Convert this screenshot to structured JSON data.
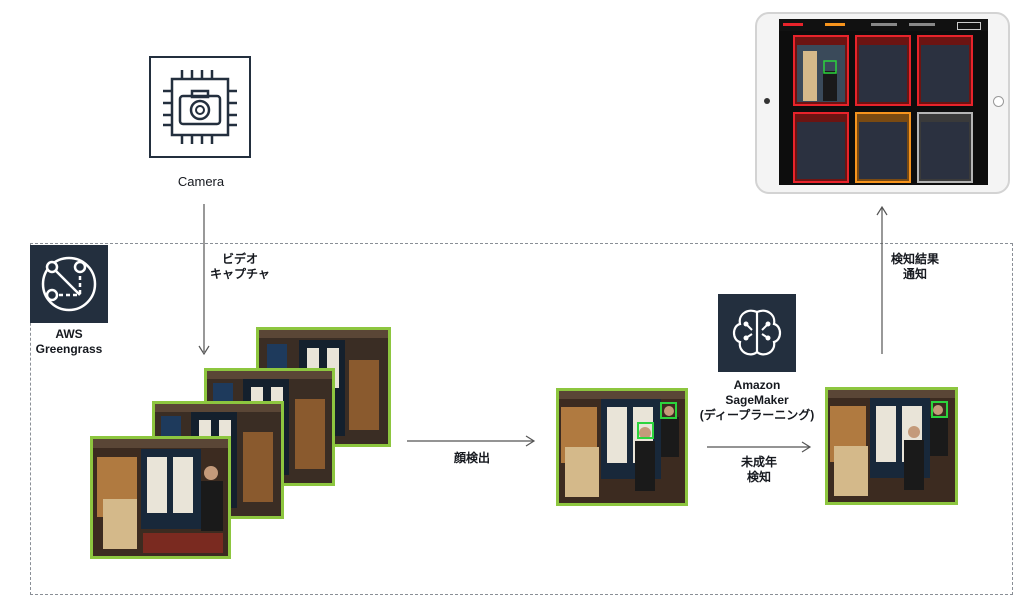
{
  "greengrass": {
    "label_line1": "AWS",
    "label_line2": "Greengrass"
  },
  "camera": {
    "label": "Camera"
  },
  "video_capture": {
    "line1": "ビデオ",
    "line2": "キャプチャ"
  },
  "face_detection": {
    "label": "顔検出"
  },
  "sagemaker": {
    "line1": "Amazon",
    "line2": "SageMaker",
    "line3": "(ディープラーニング)"
  },
  "minor_detection": {
    "line1": "未成年",
    "line2": "検知"
  },
  "notify": {
    "line1": "検知結果",
    "line2": "通知"
  },
  "colors": {
    "aws_dark": "#232f3e",
    "frame_green": "#8dc63f",
    "face_box_green": "#2bd43d",
    "alert_red": "#e8232b",
    "alert_orange": "#f7941d"
  },
  "icons": [
    "greengrass-icon",
    "camera-chip-icon",
    "sagemaker-brain-icon"
  ]
}
